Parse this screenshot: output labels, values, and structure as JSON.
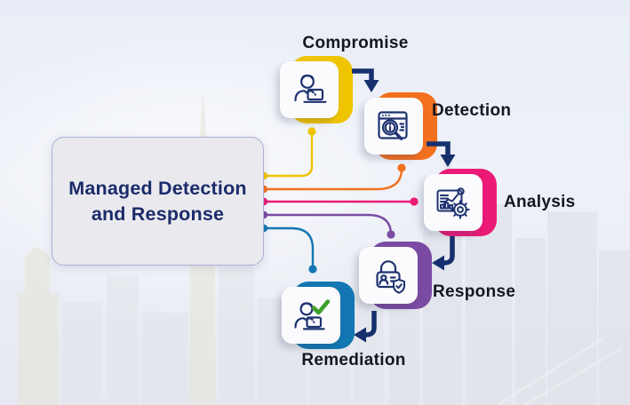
{
  "title": {
    "line1": "Managed Detection",
    "line2": "and Response",
    "full": "Managed Detection and Response"
  },
  "steps": [
    {
      "label": "Compromise",
      "color": "#EFC400",
      "icon": "person-laptop-icon"
    },
    {
      "label": "Detection",
      "color": "#F3701F",
      "icon": "browser-search-icon"
    },
    {
      "label": "Analysis",
      "color": "#EB1A77",
      "icon": "chart-gear-icon"
    },
    {
      "label": "Response",
      "color": "#7B4BA3",
      "icon": "lock-person-shield-icon"
    },
    {
      "label": "Remediation",
      "color": "#1277B2",
      "icon": "person-laptop-check-icon"
    }
  ],
  "colors": {
    "arrow_navy": "#16306E",
    "icon_navy": "#1E3270",
    "title_text": "#1B2B6B",
    "label_text": "#15161F",
    "check_green": "#3EA02C",
    "card_bg": "#FBFBFD",
    "main_box_bg": "#EAEAEE",
    "main_box_border": "#A9B0D6",
    "background_tint": "#E9EDF7"
  }
}
